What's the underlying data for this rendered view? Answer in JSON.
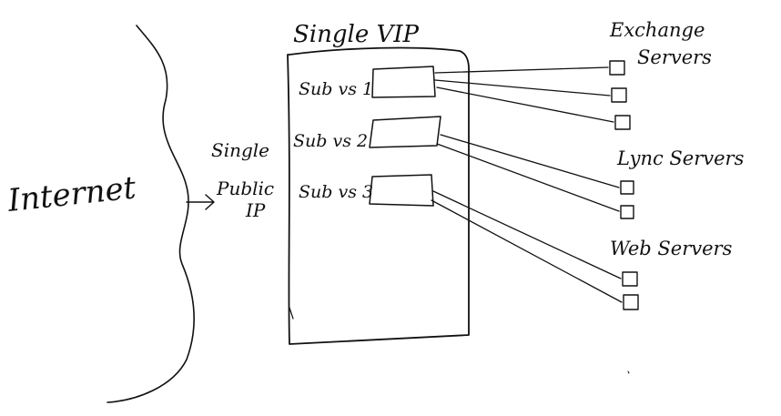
{
  "diagram": {
    "internet_label": "Internet",
    "public_ip": {
      "line1": "Single",
      "line2": "Public",
      "line3": "IP"
    },
    "vip": {
      "title": "Single VIP",
      "subs": [
        {
          "label": "Sub vs 1"
        },
        {
          "label": "Sub vs 2"
        },
        {
          "label": "Sub vs 3"
        }
      ]
    },
    "groups": [
      {
        "line1": "Exchange",
        "line2": "Servers",
        "server_count": 3
      },
      {
        "line1": "Lync Servers",
        "server_count": 2
      },
      {
        "line1": "Web Servers",
        "server_count": 2
      }
    ],
    "ink_color": "#111111"
  }
}
